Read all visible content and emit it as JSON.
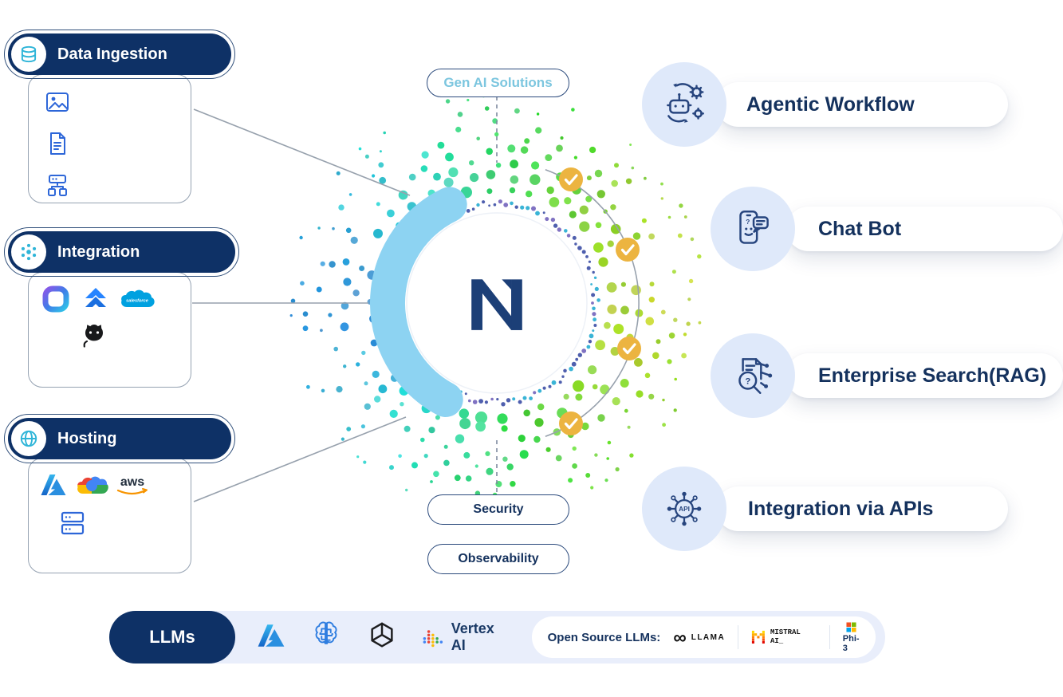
{
  "colors": {
    "navy": "#0e3166",
    "text_navy": "#14315d",
    "teal": "#2fb5d8",
    "gold": "#ecb440",
    "crescent": "#8dd3f2",
    "ring_navy": "#4f5fae",
    "ring_teal": "#3ab4d6",
    "ring_purple": "#8072c2",
    "line_gray": "#97a1ad",
    "lavender": "#dfe9fa",
    "bar_bg": "#e9eefb"
  },
  "left_panels": [
    {
      "label": "Data Ingestion",
      "icon": "database-icon",
      "items": [
        "image-icon",
        "document-icon",
        "data-pipeline-icon"
      ]
    },
    {
      "label": "Integration",
      "icon": "hub-icon",
      "items": [
        "ms-loop-icon",
        "jira-icon",
        "salesforce-icon",
        "github-icon"
      ]
    },
    {
      "label": "Hosting",
      "icon": "globe-icon",
      "items": [
        "azure-icon",
        "google-cloud-icon",
        "aws-icon",
        "server-icon"
      ]
    }
  ],
  "center": {
    "top_label": "Gen AI Solutions",
    "logo": "N",
    "security_label": "Security",
    "observability_label": "Observability"
  },
  "right_items": [
    {
      "label": "Agentic Workflow",
      "icon": "agentic-workflow-icon"
    },
    {
      "label": "Chat Bot",
      "icon": "chat-bot-icon"
    },
    {
      "label": "Enterprise Search(RAG)",
      "icon": "enterprise-search-icon"
    },
    {
      "label": "Integration via APIs",
      "icon": "api-icon"
    }
  ],
  "llm_bar": {
    "label": "LLMs",
    "providers": [
      "azure-icon",
      "ai-brain-icon",
      "openai-icon",
      "vertex-ai-icon"
    ],
    "vertex_label": "Vertex AI",
    "open_source": {
      "label": "Open Source LLMs:",
      "items": [
        {
          "name": "LLAMA",
          "icon": "meta-llama-icon"
        },
        {
          "name": "MISTRAL AI_",
          "icon": "mistral-icon"
        },
        {
          "name": "Phi-3",
          "icon": "phi3-icon"
        }
      ]
    }
  },
  "icon_text": {
    "salesforce": "salesforce",
    "aws": "aws",
    "api": "API",
    "q": "?",
    "infinity": "∞"
  }
}
